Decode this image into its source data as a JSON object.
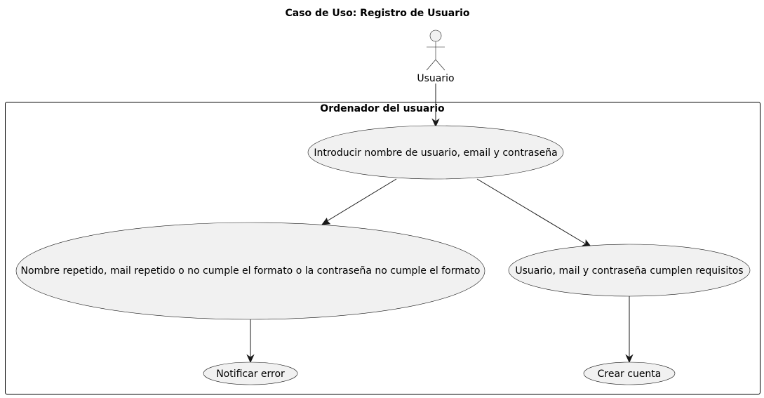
{
  "diagram": {
    "title": "Caso de Uso: Registro de Usuario",
    "actor": {
      "label": "Usuario",
      "icon": "stick-figure-icon"
    },
    "system": {
      "title": "Ordenador del usuario"
    },
    "use_cases": {
      "enter_data": "Introducir nombre de usuario, email y contraseña",
      "invalid": "Nombre repetido, mail repetido o no cumple el formato o la contraseña no cumple el formato",
      "valid": "Usuario, mail y contraseña cumplen requisitos",
      "notify_error": "Notificar error",
      "create_account": "Crear cuenta"
    },
    "colors": {
      "use_case_fill": "#F1F1F1",
      "stroke": "#181818",
      "background": "#FFFFFF"
    }
  }
}
